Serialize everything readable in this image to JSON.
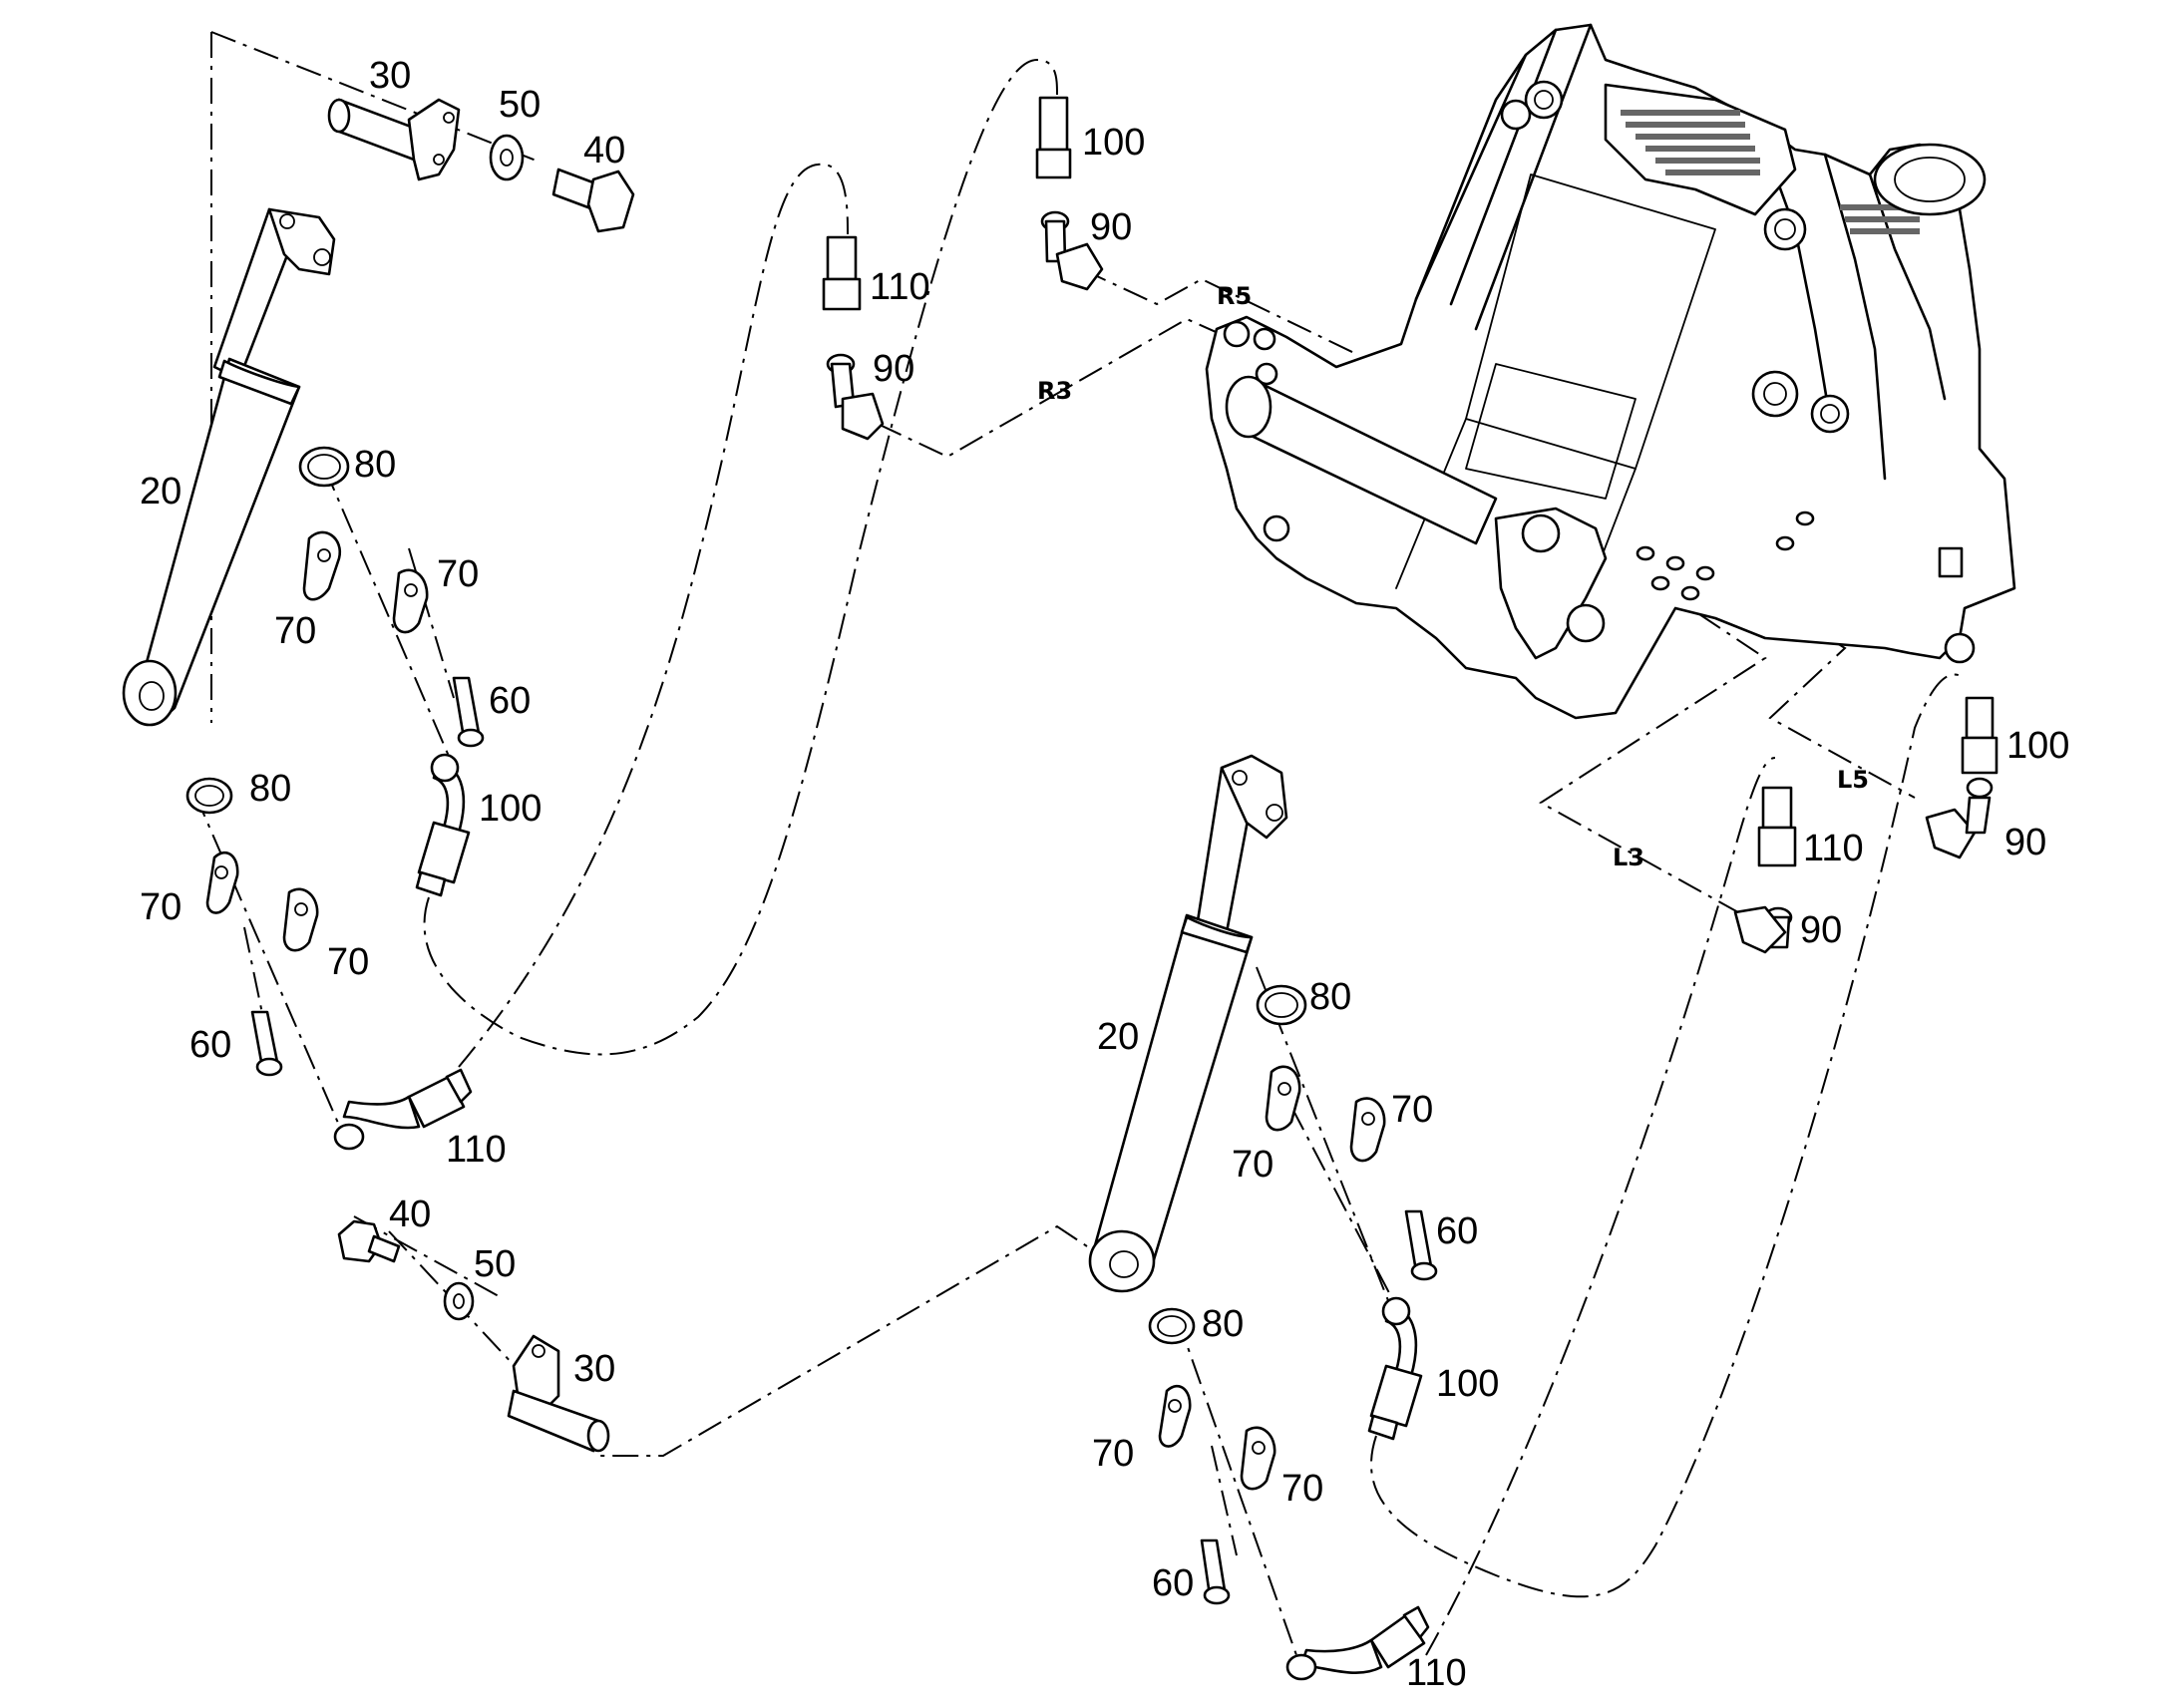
{
  "callouts": {
    "c30a": "30",
    "c50a": "50",
    "c40a": "40",
    "c20a": "20",
    "c80a": "80",
    "c70a": "70",
    "c70b": "70",
    "c60a": "60",
    "c100a": "100",
    "c80b": "80",
    "c70c": "70",
    "c70d": "70",
    "c60b": "60",
    "c110a": "110",
    "c110b": "110",
    "c90a": "90",
    "c100b": "100",
    "c90b": "90",
    "c40b": "40",
    "c50b": "50",
    "c30b": "30",
    "c20b": "20",
    "c80c": "80",
    "c70e": "70",
    "c70f": "70",
    "c60c": "60",
    "c100c": "100",
    "c80d": "80",
    "c70g": "70",
    "c70h": "70",
    "c60d": "60",
    "c110c": "110",
    "c100d": "100",
    "c90c": "90",
    "c110d": "110",
    "c90d": "90"
  },
  "port_tags": {
    "r5": "R5",
    "r3": "R3",
    "l5": "L5",
    "l3": "L3"
  }
}
